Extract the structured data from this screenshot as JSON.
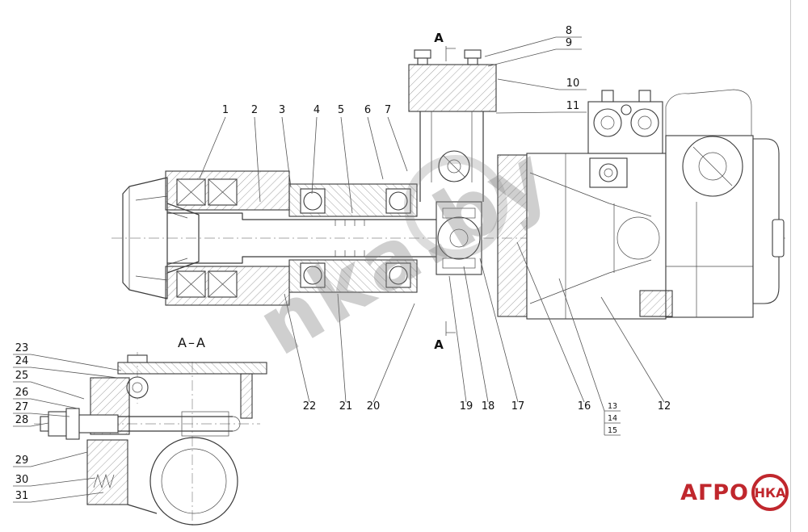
{
  "drawing": {
    "section_marker_top": "A",
    "section_marker_bottom": "A",
    "section_view_label": "A–A"
  },
  "callouts": {
    "p1": "1",
    "p2": "2",
    "p3": "3",
    "p4": "4",
    "p5": "5",
    "p6": "6",
    "p7": "7",
    "p8": "8",
    "p9": "9",
    "p10": "10",
    "p11": "11",
    "p12": "12",
    "p13": "13",
    "p14": "14",
    "p15": "15",
    "p16": "16",
    "p17": "17",
    "p18": "18",
    "p19": "19",
    "p20": "20",
    "p21": "21",
    "p22": "22",
    "p23": "23",
    "p24": "24",
    "p25": "25",
    "p26": "26",
    "p27": "27",
    "p28": "28",
    "p29": "29",
    "p30": "30",
    "p31": "31"
  },
  "watermark": {
    "text": "nka.by",
    "color": "#9a9a9a"
  },
  "logo": {
    "text_left": "АГРО",
    "text_circle": "НКА",
    "color": "#c0272d"
  }
}
